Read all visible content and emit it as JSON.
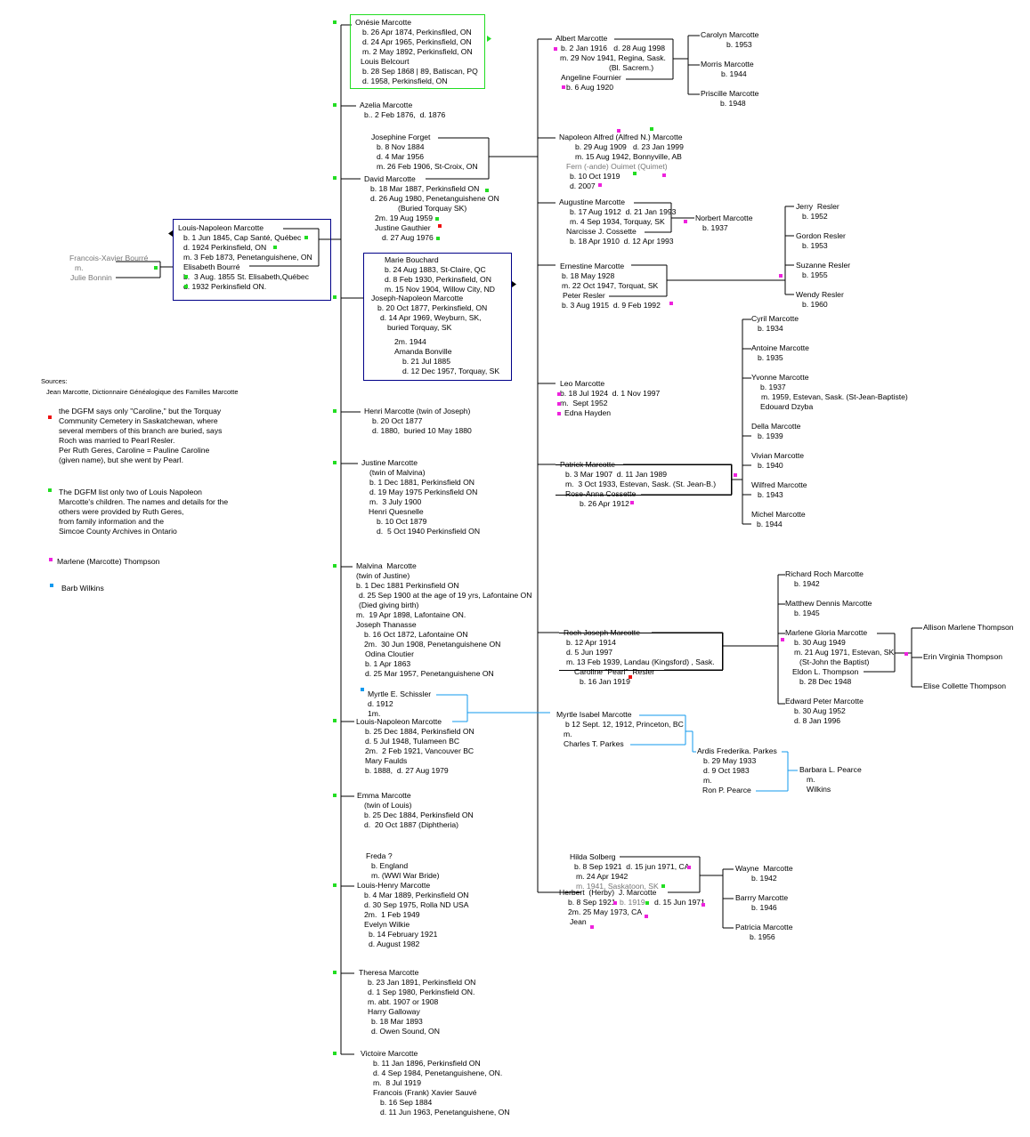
{
  "colors": {
    "green": "#22dd22",
    "magenta": "#ee22dd",
    "red": "#ee1111",
    "blue": "#1199ee",
    "navy": "#000088",
    "gray": "#777777",
    "line": "#000000"
  },
  "legend": {
    "sources_title": "Sources:",
    "sources_text": "Jean Marcotte, Dictionnaire Généalogique des Familles Marcotte",
    "note1": [
      "the DGFM says only \"Caroline,\" but the Torquay",
      "Community Cemetery in Saskatchewan, where",
      "several members of this branch are buried, says",
      "Roch was married to Pearl Resler.",
      "Per Ruth Geres, Caroline = Pauline Caroline",
      "(given name), but she went by Pearl."
    ],
    "note2": [
      "The DGFM list only two of Louis Napoleon",
      "Marcotte's children. The names and details for the",
      "others were provided by Ruth Geres,",
      "from family information and the",
      "Simcoe County Archives in Ontario"
    ],
    "contrib1": "Marlene (Marcotte) Thompson",
    "contrib2": "Barb Wilkins"
  },
  "blocks": [
    {
      "id": "parents-gen0",
      "lines": [
        "Francois-Xavier Bourré",
        "m.",
        "Julie Bonnin"
      ]
    },
    {
      "id": "louis-napoleon-sr",
      "lines": [
        "Louis-Napoleon Marcotte",
        "b. 1 Jun 1845, Cap Santé, Québec",
        "d. 1924 Perkinsfield, ON",
        "m. 3 Feb 1873, Penetanguishene, ON",
        "Elisabeth Bourré",
        "b.  3 Aug. 1855 St. Elisabeth,Québec",
        "d. 1932 Perkinsfield ON."
      ]
    },
    {
      "id": "onesie",
      "lines": [
        "Onésie Marcotte",
        "b. 26 Apr 1874, Perkinsfiled, ON",
        "d. 24 Apr 1965, Perkinsfield, ON",
        "m. 2 May 1892, Perkinsfield, ON",
        "Louis Belcourt",
        "b. 28 Sep 1868 | 89, Batiscan, PQ",
        "d. 1958, Perkinsfield, ON"
      ]
    },
    {
      "id": "azelia",
      "lines": [
        "Azelia Marcotte",
        "b.. 2 Feb 1876,  d. 1876"
      ]
    },
    {
      "id": "josephine",
      "lines": [
        "Josephine Forget",
        "b. 8 Nov 1884",
        "d. 4 Mar 1956",
        "m. 26 Feb 1906, St-Croix, ON"
      ]
    },
    {
      "id": "david",
      "lines": [
        "David Marcotte",
        "b. 18 Mar 1887, Perkinsfield ON",
        "d. 26 Aug 1980, Penetanguishene ON",
        "(Buried Torquay SK)",
        "2m. 19 Aug 1959",
        "Justine Gauthier",
        "d. 27 Aug 1976"
      ]
    },
    {
      "id": "marie-bouchard",
      "lines": [
        "Marie Bouchard",
        "b. 24 Aug 1883, St-Claire, QC",
        "d. 8 Feb 1930, Perkinsfield, ON",
        "m. 15 Nov 1904, Willow City, ND"
      ]
    },
    {
      "id": "joseph-napoleon",
      "lines": [
        "Joseph-Napoleon Marcotte",
        "b. 20 Oct 1877, Perkinsfield, ON",
        "d. 14 Apr 1969, Weyburn, SK,",
        "buried Torquay, SK"
      ]
    },
    {
      "id": "amanda",
      "lines": [
        "2m. 1944",
        "Amanda Bonville",
        "b. 21 Jul 1885",
        "d. 12 Dec 1957, Torquay, SK"
      ]
    },
    {
      "id": "henri",
      "lines": [
        "Henri Marcotte (twin of Joseph)",
        "b. 20 Oct 1877",
        "d. 1880,  buried 10 May 1880"
      ]
    },
    {
      "id": "justine",
      "lines": [
        "Justine Marcotte",
        "(twin of Malvina)",
        "b. 1 Dec 1881, Perkinsfield ON",
        "d. 19 May 1975 Perkinsfield ON",
        "m.  3 July 1900",
        "Henri Quesnelle",
        "b. 10 Oct 1879",
        "d.  5 Oct 1940 Perkinsfield ON"
      ]
    },
    {
      "id": "malvina",
      "lines": [
        "Malvina  Marcotte",
        "(twin of Justine)",
        "b. 1 Dec 1881 Perkinsfield ON",
        "d. 25 Sep 1900 at the age of 19 yrs, Lafontaine ON",
        "(Died giving birth)",
        "m.  19 Apr 1898, Lafontaine ON.",
        "Joseph Thanasse",
        "b. 16 Oct 1872, Lafontaine ON",
        "2m.  30 Jun 1908, Penetanguishene ON",
        "Odina Cloutier",
        "b. 1 Apr 1863",
        "d. 25 Mar 1957, Penetanguishene ON"
      ]
    },
    {
      "id": "myrtle-schissler",
      "lines": [
        "Myrtle E. Schissler",
        "d. 1912",
        "1m."
      ]
    },
    {
      "id": "louis-napoleon-jr",
      "lines": [
        "Louis-Napoleon Marcotte",
        "b. 25 Dec 1884, Perkinsfield ON",
        "d. 5 Jul 1948, Tulameen BC",
        "2m.  2 Feb 1921, Vancouver BC",
        "Mary Faulds",
        "b. 1888,  d. 27 Aug 1979"
      ]
    },
    {
      "id": "emma",
      "lines": [
        "Emma Marcotte",
        "(twin of Louis)",
        "b. 25 Dec 1884, Perkinsfield ON",
        "d.  20 Oct 1887 (Diphtheria)"
      ]
    },
    {
      "id": "freda",
      "lines": [
        "Freda ?",
        "b. England",
        "m. (WWI War Bride)"
      ]
    },
    {
      "id": "louis-henry",
      "lines": [
        "Louis-Henry Marcotte",
        "b. 4 Mar 1889, Perkinsfield ON",
        "d. 30 Sep 1975, Rolla ND USA",
        "2m.  1 Feb 1949",
        "Evelyn Wilkie",
        "b. 14 February 1921",
        "d. August 1982"
      ]
    },
    {
      "id": "theresa",
      "lines": [
        "Theresa Marcotte",
        "b. 23 Jan 1891, Perkinsfield ON",
        "d. 1 Sep 1980, Perkinsfield ON.",
        "m. abt. 1907 or 1908",
        "Harry Galloway",
        "b. 18 Mar 1893",
        "d. Owen Sound, ON"
      ]
    },
    {
      "id": "victoire",
      "lines": [
        "Victoire Marcotte",
        "b. 11 Jan 1896, Perkinsfield ON",
        "d. 4 Sep 1984, Penetanguishene, ON.",
        "m.  8 Jul 1919",
        "Francois (Frank) Xavier Sauvé",
        "b. 16 Sep 1884",
        "d. 11 Jun 1963, Penetanguishene, ON"
      ]
    },
    {
      "id": "albert",
      "lines": [
        "Albert Marcotte",
        "b. 2 Jan 1916   d. 28 Aug 1998",
        "m. 29 Nov 1941, Regina, Sask.",
        "(Bl. Sacrem.)",
        "Angeline Fournier",
        "b. 6 Aug 1920"
      ]
    },
    {
      "id": "albert-children",
      "lines": [
        "Carolyn Marcotte",
        "b. 1953",
        "",
        "Morris Marcotte",
        "b. 1944",
        "",
        "Priscille Marcotte",
        "b. 1948"
      ]
    },
    {
      "id": "napoleon-alfred",
      "lines": [
        "Napoleon Alfred (Alfred N.) Marcotte",
        "b. 29 Aug 1909   d. 23 Jan 1999",
        "m. 15 Aug 1942, Bonnyville, AB",
        "Fern (-ande) Ouimet (Quimet)",
        "b. 10 Oct 1919",
        "d. 2007"
      ]
    },
    {
      "id": "augustine",
      "lines": [
        "Augustine Marcotte",
        "b. 17 Aug 1912  d. 21 Jan 1993",
        "m. 4 Sep 1934, Torquay, SK",
        "Narcisse J. Cossette",
        "b. 18 Apr 1910  d. 12 Apr 1993"
      ]
    },
    {
      "id": "norbert",
      "lines": [
        "Norbert Marcotte",
        "b. 1937"
      ]
    },
    {
      "id": "ernestine",
      "lines": [
        "Ernestine Marcotte",
        "b. 18 May 1928",
        "m. 22 Oct 1947, Torquat, SK",
        "Peter Resler",
        "b. 3 Aug 1915  d. 9 Feb 1992"
      ]
    },
    {
      "id": "resler-children",
      "lines": [
        "Jerry  Resler",
        "b. 1952",
        "",
        "Gordon Resler",
        "b. 1953",
        "",
        "Suzanne Resler",
        "b. 1955",
        "",
        "Wendy Resler",
        "b. 1960"
      ]
    },
    {
      "id": "leo",
      "lines": [
        "Leo Marcotte",
        "b. 18 Jul 1924  d. 1 Nov 1997",
        "m.  Sept 1952",
        "Edna Hayden"
      ]
    },
    {
      "id": "patrick",
      "lines": [
        "Patrick Marcotte",
        "b. 3 Mar 1907  d. 11 Jan 1989",
        "m.  3 Oct 1933, Estevan, Sask. (St. Jean-B.)",
        "Rose-Anna Cossette",
        "b. 26 Apr 1912"
      ]
    },
    {
      "id": "patrick-children",
      "lines": [
        "Cyril Marcotte",
        "b. 1934",
        "",
        "Antoine Marcotte",
        "b. 1935",
        "",
        "Yvonne Marcotte",
        "b. 1937",
        "m. 1959, Estevan, Sask. (St-Jean-Baptiste)",
        "Edouard Dzyba",
        "",
        "Della Marcotte",
        "b. 1939",
        "",
        "Vivian Marcotte",
        "b. 1940",
        "",
        "Wilfred Marcotte",
        "b. 1943",
        "",
        "Michel Marcotte",
        "b. 1944"
      ]
    },
    {
      "id": "roch",
      "lines": [
        "Roch Joseph Marcotte",
        "b. 12 Apr 1914",
        "d. 5 Jun 1997",
        "m. 13 Feb 1939, Landau (Kingsford) , Sask.",
        "Caroline \"Pearl\"  Resler",
        "b. 16 Jan 1919"
      ]
    },
    {
      "id": "roch-children",
      "lines": [
        "Richard Roch Marcotte",
        "b. 1942",
        "",
        "Matthew Dennis Marcotte",
        "b. 1945",
        "",
        "Marlene Gloria Marcotte",
        "b. 30 Aug 1949",
        "m. 21 Aug 1971, Estevan, SK",
        "(St-John the Baptist)",
        "Eldon L. Thompson",
        "b. 28 Dec 1948",
        "",
        "Edward Peter Marcotte",
        "b. 30 Aug 1952",
        "d. 8 Jan 1996"
      ]
    },
    {
      "id": "thompson-children",
      "lines": [
        "Allison Marlene Thompson",
        "",
        "",
        "Erin Virginia Thompson",
        "",
        "",
        "Elise Collette Thompson"
      ]
    },
    {
      "id": "myrtle-isabel",
      "lines": [
        "Myrtle Isabel Marcotte",
        "b 12 Sept. 12, 1912, Princeton, BC",
        "m.",
        "Charles T. Parkes"
      ]
    },
    {
      "id": "ardis",
      "lines": [
        "Ardis Frederika. Parkes",
        "b. 29 May 1933",
        "d. 9 Oct 1983",
        "m.",
        "Ron P. Pearce"
      ]
    },
    {
      "id": "barbara",
      "lines": [
        "Barbara L. Pearce",
        "m.",
        "Wilkins"
      ]
    },
    {
      "id": "hilda",
      "lines": [
        "Hilda Solberg",
        "b. 8 Sep 1921  d. 15 jun 1971, CA",
        "m. 24 Apr 1942",
        "m. 1941, Saskatoon, SK"
      ]
    },
    {
      "id": "herbert",
      "lines": [
        "Herbert  (Herby)  J. Marcotte",
        "b. 8 Sep 1921",
        "b. 1919",
        "d. 15 Jun 1971",
        "2m. 25 May 1973, CA",
        "Jean"
      ]
    },
    {
      "id": "herbert-children",
      "lines": [
        "Wayne  Marcotte",
        "b. 1942",
        "",
        "Barrry Marcotte",
        "b. 1946",
        "",
        "Patricia Marcotte",
        "b. 1956"
      ]
    }
  ]
}
